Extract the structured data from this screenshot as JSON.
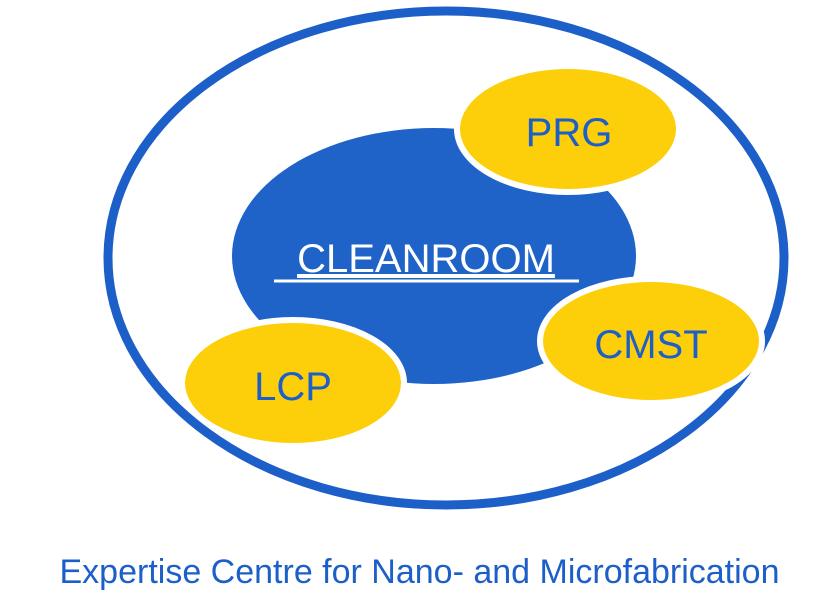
{
  "diagram": {
    "center": {
      "label": "CLEANROOM"
    },
    "groups": [
      {
        "id": "prg",
        "label": "PRG"
      },
      {
        "id": "cmst",
        "label": "CMST"
      },
      {
        "id": "lcp",
        "label": "LCP"
      }
    ],
    "caption": "Expertise Centre for Nano- and Microfabrication"
  },
  "colors": {
    "outer_ring": "#1d5fc8",
    "cleanroom_fill": "#1f63c9",
    "cleanroom_text": "#ffffff",
    "group_fill": "#fccf0a",
    "group_stroke": "#ffffff",
    "group_text": "#1d5fc8",
    "caption_text": "#1d5fc8"
  }
}
